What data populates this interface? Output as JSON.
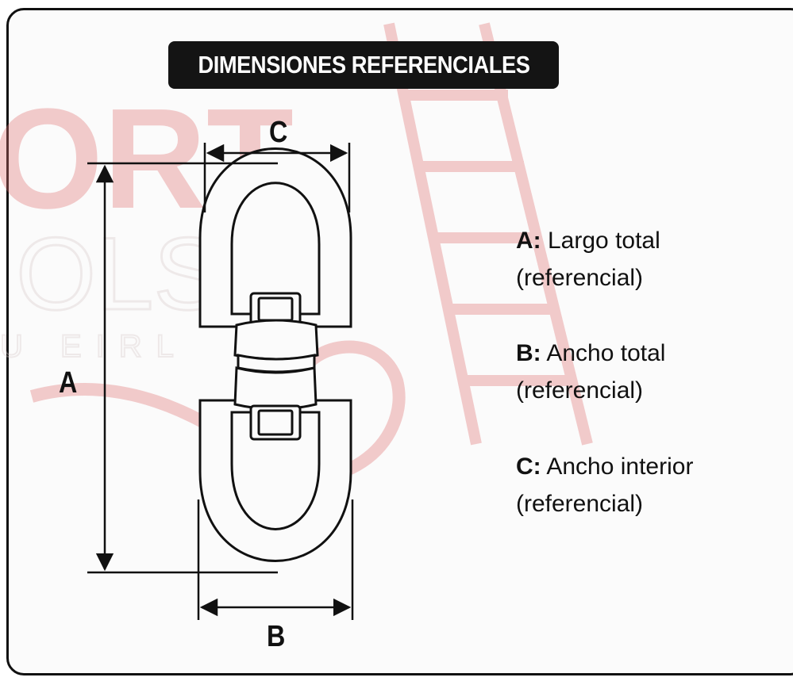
{
  "title": "DIMENSIONES REFERENCIALES",
  "dimension_labels": {
    "a": "A",
    "b": "B",
    "c": "C"
  },
  "legend": [
    {
      "key": "A:",
      "text": "Largo total",
      "note": "(referencial)"
    },
    {
      "key": "B:",
      "text": "Ancho total",
      "note": "(referencial)"
    },
    {
      "key": "C:",
      "text": "Ancho interior",
      "note": "(referencial)"
    }
  ],
  "watermark": {
    "line1": "ORT",
    "line2": "OLS",
    "line3": "U EIRL",
    "color": "#e8a8a8"
  },
  "colors": {
    "ink": "#111111",
    "title_bg": "#141414",
    "title_text": "#ffffff",
    "watermark": "#e8a8a8"
  }
}
